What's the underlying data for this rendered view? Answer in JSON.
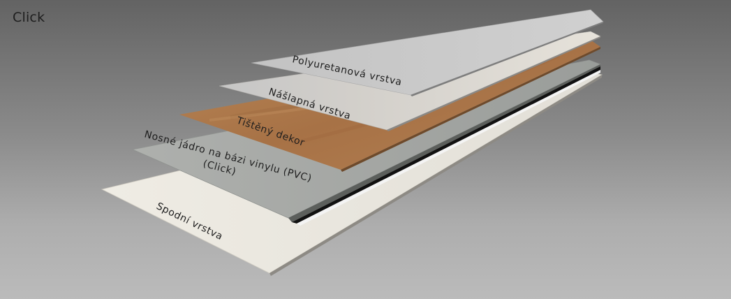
{
  "title": "Click",
  "layers": {
    "polyurethane": "Polyuretanová vrstva",
    "wear": "Nášlapná vrstva",
    "decor": "Tištěný dekor",
    "core_line1": "Nosné jádro na bázi vinylu (PVC)",
    "core_line2": "(Click)",
    "bottom": "Spodní vrstva"
  },
  "colors": {
    "polyurethane": "#c9c9c9",
    "wear": "#c5c3be",
    "decor": "#b07c52",
    "core": "#a6a9a6",
    "bottom": "#ebe8df"
  }
}
